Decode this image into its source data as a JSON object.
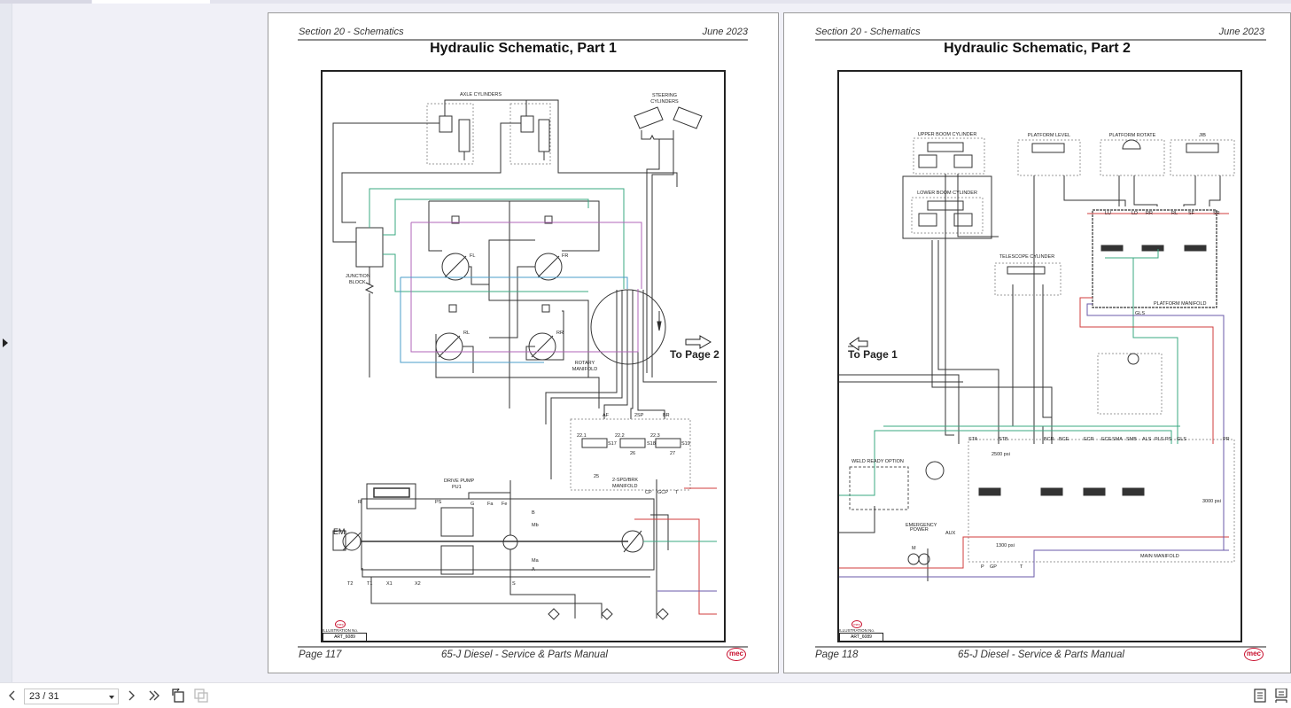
{
  "viewer": {
    "sidebar_toggle_icon": "triangle-right-icon"
  },
  "pages": [
    {
      "header_left": "Section 20 - Schematics",
      "header_right": "June 2023",
      "title": "Hydraulic Schematic, Part 1",
      "footer_left": "Page 117",
      "footer_center": "65-J Diesel - Service & Parts Manual",
      "logo": "mec",
      "illustration_label": "ILLUSTRATION No.",
      "illustration_no": "ART_6089",
      "labels": {
        "axle_cylinders": "AXLE CYLINDERS",
        "steering_cylinders_1": "STEERING",
        "steering_cylinders_2": "CYLINDERS",
        "junction_block_1": "JUNCTION",
        "junction_block_2": "BLOCK",
        "fl": "FL",
        "fr": "FR",
        "rl": "RL",
        "rr": "RR",
        "rotary_manifold_1": "ROTARY",
        "rotary_manifold_2": "MANIFOLD",
        "to_page": "To Page 2",
        "drive_pump_1": "DRIVE PUMP",
        "drive_pump_2": "PU1",
        "em": "EM",
        "af": "AF",
        "twosp": "2SP",
        "br": "BR",
        "s17": "S17",
        "s18": "S18",
        "s19": "S19",
        "n221": "22.1",
        "n222": "22.2",
        "n223": "22.3",
        "n25": "25",
        "n26": "26",
        "n27": "27",
        "spd_manifold_1": "2-SPD/BRK",
        "spd_manifold_2": "MANIFOLD",
        "cp": "CP",
        "gcp": "GCP",
        "t": "T",
        "a": "A",
        "b": "B",
        "r": "R",
        "ps": "PS",
        "g": "G",
        "fa": "Fa",
        "fe": "Fe",
        "mb": "Mb",
        "ma": "Ma",
        "t2": "T2",
        "t1": "T1",
        "x1": "X1",
        "x2": "X2",
        "s": "S"
      }
    },
    {
      "header_left": "Section 20 - Schematics",
      "header_right": "June 2023",
      "title": "Hydraulic Schematic, Part 2",
      "footer_left": "Page 118",
      "footer_center": "65-J Diesel - Service & Parts Manual",
      "logo": "mec",
      "illustration_label": "ILLUSTRATION No.",
      "illustration_no": "ART_6089",
      "labels": {
        "upper_boom": "UPPER BOOM CYLINDER",
        "lower_boom": "LOWER BOOM CYLINDER",
        "platform_level": "PLATFORM LEVEL",
        "platform_rotate": "PLATFORM ROTATE",
        "jib": "JIB",
        "telescope": "TELESCOPE CYLINDER",
        "platform_manifold": "PLATFORM MANIFOLD",
        "lu": "LU",
        "ld": "LD",
        "rr": "RR",
        "rl": "RL",
        "sf": "SF",
        "sr": "SR",
        "gls": "GLS",
        "to_page": "To Page 1",
        "weld_ready": "WELD READY OPTION",
        "emergency_1": "EMERGENCY",
        "emergency_2": "POWER",
        "aux": "AUX",
        "sta": "STA",
        "stb": "STB",
        "bcr": "BCR",
        "bce": "BCE",
        "ecr": "ECR",
        "ece": "ECE",
        "sma": "SMA",
        "smb": "SMB",
        "als": "ALS",
        "pls": "PLS",
        "ps": "PS",
        "gls2": "GLS",
        "pr": "PR",
        "main_manifold": "MAIN MANIFOLD",
        "psi_1300": "1300 psi",
        "psi_3000": "3000 psi",
        "psi_2500": "2500 psi",
        "p": "P",
        "gp": "GP",
        "t": "T",
        "m": "M"
      }
    }
  ],
  "toolbar": {
    "prev_icon": "chevron-left-icon",
    "page_selector_value": "23 / 31",
    "next_icon": "chevron-right-icon",
    "last_icon": "double-chevron-right-icon",
    "rotate_icon": "page-rotate-icon",
    "extract_icon": "page-extract-icon",
    "single_page_icon": "single-page-view-icon",
    "continuous_icon": "continuous-page-view-icon"
  }
}
